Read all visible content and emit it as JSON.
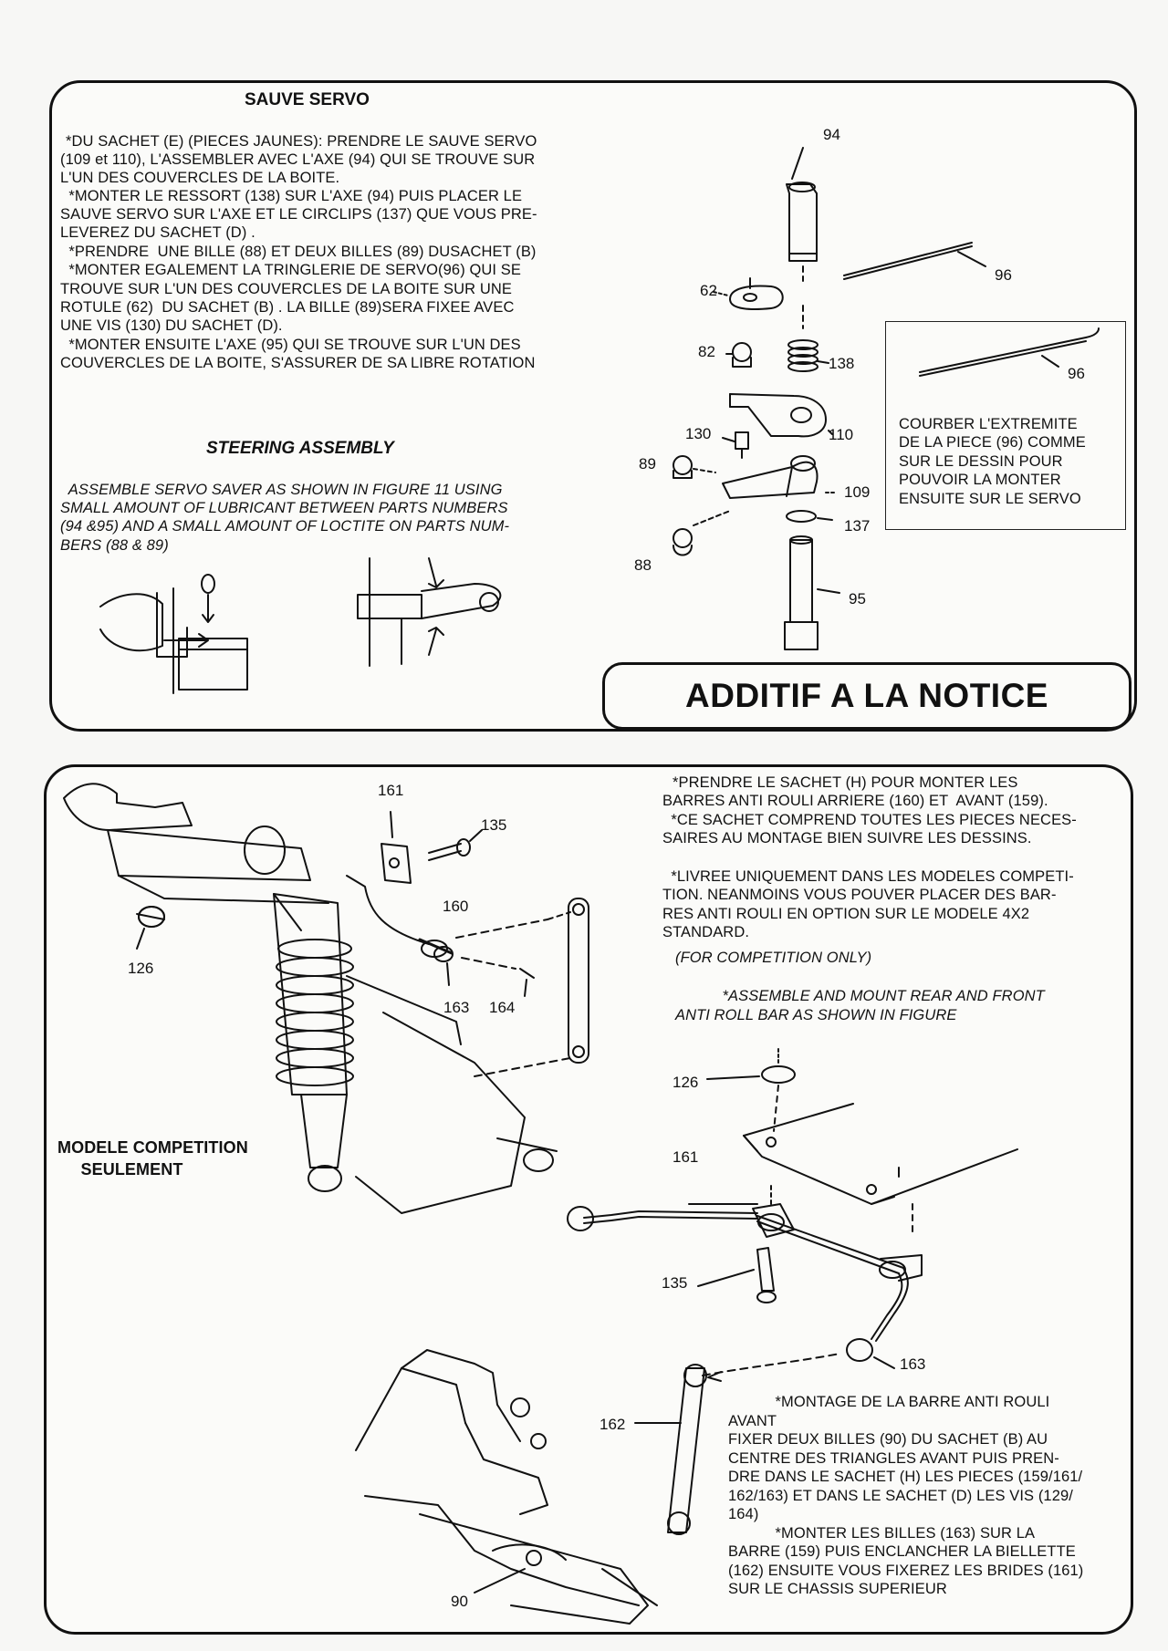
{
  "top": {
    "heading": "SAUVE SERVO",
    "french_lines": [
      "*DU SACHET (E) (PIECES JAUNES): PRENDRE LE SAUVE SERVO",
      "(109 et 110), L'ASSEMBLER AVEC L'AXE (94) QUI SE TROUVE SUR",
      "L'UN DES COUVERCLES DE LA BOITE.",
      "  *MONTER LE RESSORT (138) SUR L'AXE (94) PUIS PLACER LE",
      "SAUVE SERVO SUR L'AXE ET LE CIRCLIPS (137) QUE VOUS PRE-",
      "LEVEREZ DU SACHET (D) .",
      "  *PRENDRE  UNE BILLE (88) ET DEUX BILLES (89) DUSACHET (B)",
      "  *MONTER EGALEMENT LA TRINGLERIE DE SERVO(96) QUI SE",
      "TROUVE SUR L'UN DES COUVERCLES DE LA BOITE SUR UNE",
      "ROTULE (62)  DU SACHET (B) . LA BILLE (89)SERA FIXEE AVEC",
      "UNE VIS (130) DU SACHET (D).",
      "  *MONTER ENSUITE L'AXE (95) QUI SE TROUVE SUR L'UN DES",
      "COUVERCLES DE LA BOITE, S'ASSURER DE SA LIBRE ROTATION"
    ],
    "steering_heading": "STEERING ASSEMBLY",
    "steering_lines": [
      "  ASSEMBLE SERVO SAVER AS SHOWN IN FIGURE 11 USING",
      "SMALL AMOUNT OF LUBRICANT BETWEEN PARTS NUMBERS",
      "(94 &95) AND A SMALL AMOUNT OF LOCTITE ON PARTS NUM-",
      "BERS (88 & 89)"
    ],
    "note_lines": [
      "COURBER L'EXTREMITE",
      "DE LA PIECE (96) COMME",
      "SUR LE DESSIN POUR",
      "POUVOIR LA MONTER",
      "ENSUITE SUR LE SERVO"
    ],
    "banner": "ADDITIF A LA NOTICE",
    "part_labels": {
      "p94": "94",
      "p96": "96",
      "p96b": "96",
      "p62": "62",
      "p82": "82",
      "p138": "138",
      "p130": "130",
      "p110": "110",
      "p89": "89",
      "p109": "109",
      "p137": "137",
      "p88": "88",
      "p95": "95"
    }
  },
  "bottom": {
    "intro_lines": [
      "*PRENDRE LE SACHET (H) POUR MONTER LES",
      "BARRES ANTI ROULI ARRIERE (160) ET  AVANT (159).",
      "  *CE SACHET COMPREND TOUTES LES PIECES NECES-",
      "SAIRES AU MONTAGE BIEN SUIVRE LES DESSINS."
    ],
    "livree_lines": [
      "  *LIVREE UNIQUEMENT DANS LES MODELES COMPETI-",
      "TION. NEANMOINS VOUS POUVER PLACER DES BAR-",
      "RES ANTI ROULI EN OPTION SUR LE MODELE 4X2",
      "STANDARD."
    ],
    "competition_only": "(FOR COMPETITION ONLY)",
    "assemble_lines": [
      "           *ASSEMBLE AND MOUNT REAR AND FRONT",
      "ANTI ROLL BAR AS SHOWN IN FIGURE"
    ],
    "modele_lines": [
      "MODELE COMPETITION",
      "     SEULEMENT"
    ],
    "avant_lines": [
      "           *MONTAGE DE LA BARRE ANTI ROULI",
      "AVANT",
      "FIXER DEUX BILLES (90) DU SACHET (B) AU",
      "CENTRE DES TRIANGLES AVANT PUIS PREN-",
      "DRE DANS LE SACHET (H) LES PIECES (159/161/",
      "162/163) ET DANS LE SACHET (D) LES VIS (129/",
      "164)",
      "           *MONTER LES BILLES (163) SUR LA",
      "BARRE (159) PUIS ENCLANCHER LA BIELLETTE",
      "(162) ENSUITE VOUS FIXEREZ LES BRIDES (161)",
      "SUR LE CHASSIS SUPERIEUR"
    ],
    "part_labels": {
      "p161a": "161",
      "p135a": "135",
      "p160": "160",
      "p126a": "126",
      "p163a": "163",
      "p164": "164",
      "p126b": "126",
      "p161b": "161",
      "p135b": "135",
      "p163b": "163",
      "p162": "162",
      "p90": "90"
    }
  }
}
